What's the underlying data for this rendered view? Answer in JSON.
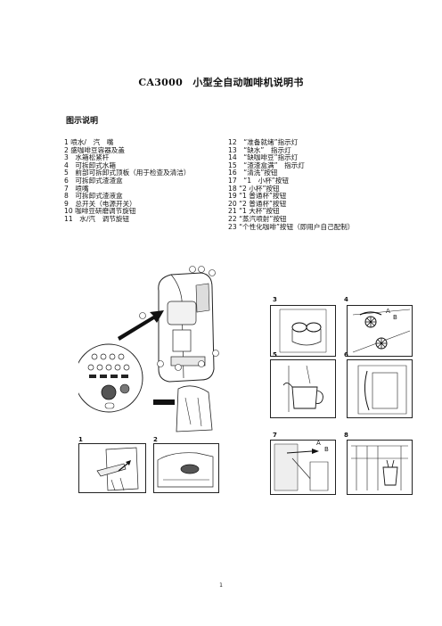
{
  "doc": {
    "title": "CA3000　小型全自动咖啡机说明书",
    "section_heading": "图示说明",
    "left_items": [
      "1 喷水/　汽　嘴",
      "2 盛咖啡豆容器及盖",
      "3　水箱松紧杆",
      "4　可拆卸式水箱",
      "5　前部可拆卸式顶板（用于检查及清洁）",
      "6　可拆卸式渣渣盒",
      "7　喷嘴",
      "8　可拆卸式渣液盒",
      "9　总开关（电源开关）",
      "10 咖啡豆研磨调节旋钮",
      "11　水/汽　调节旋钮"
    ],
    "right_items": [
      "12　“准备就绪”指示灯",
      "13　“缺水”　指示灯",
      "14　“缺咖啡豆”指示灯",
      "15　“渣渣盒满”　指示灯",
      "16　“清洗”按钮",
      "17　“1　小杯”按钮",
      "18 “2 小杯”按钮",
      "19 “1 普通杯”按钮",
      "20 “2 普通杯”按钮",
      "21 “1 大杯”按钮",
      "22 “蒸汽喷射”按钮",
      "23 “个性化咖啡”按钮（即用户自己配制）"
    ],
    "panel_labels": [
      "1",
      "2",
      "3",
      "4",
      "5",
      "6",
      "7",
      "8"
    ],
    "ab_labels": {
      "a": "A",
      "b": "B"
    },
    "page_number": "1"
  }
}
